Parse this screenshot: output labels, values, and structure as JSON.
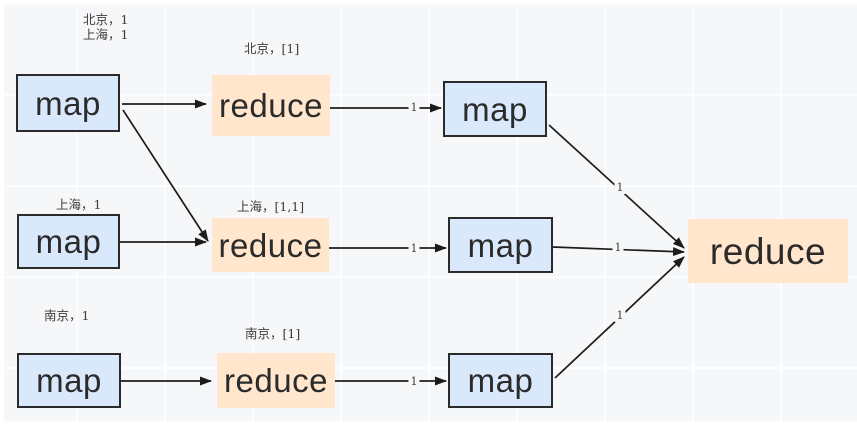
{
  "colors": {
    "canvas_bg": "#f6f7f9",
    "grid_line": "#fcfdfe",
    "map_fill": "#dae8fc",
    "map_border": "#2b2b2b",
    "reduce_fill": "#ffe6cc",
    "arrow": "#1c1c1c",
    "node_text": "#2b2b2b",
    "annotation_text": "#3d3d3d"
  },
  "nodes": {
    "map_left_1": {
      "label": "map"
    },
    "map_left_2": {
      "label": "map"
    },
    "map_left_3": {
      "label": "map"
    },
    "reduce_mid_1": {
      "label": "reduce"
    },
    "reduce_mid_2": {
      "label": "reduce"
    },
    "reduce_mid_3": {
      "label": "reduce"
    },
    "map_right_1": {
      "label": "map"
    },
    "map_right_2": {
      "label": "map"
    },
    "map_right_3": {
      "label": "map"
    },
    "reduce_final": {
      "label": "reduce"
    }
  },
  "annotations": {
    "map1_input_line1": "北京，1",
    "map1_input_line2": "上海，1",
    "reduce1_input": "北京，[1]",
    "map2_input": "上海，1",
    "reduce2_input": "上海，[1,1]",
    "map3_input": "南京，1",
    "reduce3_input": "南京，[1]"
  },
  "edge_labels": {
    "reduce1_to_map_right1": "1",
    "reduce2_to_map_right2": "1",
    "reduce3_to_map_right3": "1",
    "map_right1_to_final": "1",
    "map_right2_to_final": "1",
    "map_right3_to_final": "1"
  }
}
